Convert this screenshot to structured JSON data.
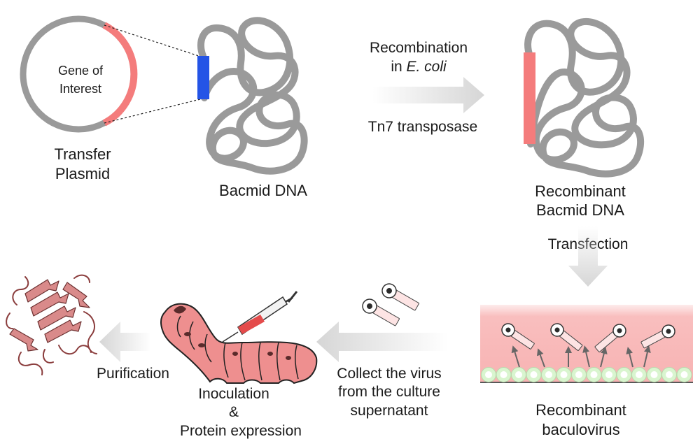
{
  "labels": {
    "gene_of_interest_line1": "Gene of",
    "gene_of_interest_line2": "Interest",
    "transfer_plasmid_line1": "Transfer",
    "transfer_plasmid_line2": "Plasmid",
    "bacmid_dna": "Bacmid DNA",
    "recombination_line1": "Recombination",
    "recombination_line2_prefix": "in ",
    "recombination_line2_italic": "E. coli",
    "tn7_transposase": "Tn7 transposase",
    "recombinant_bacmid_line1": "Recombinant",
    "recombinant_bacmid_line2": "Bacmid DNA",
    "transfection": "Transfection",
    "recombinant_baculovirus_line1": "Recombinant",
    "recombinant_baculovirus_line2": "baculovirus",
    "collect_line1": "Collect the virus",
    "collect_line2": "from the culture",
    "collect_line3": "supernatant",
    "inoculation_line1": "Inoculation",
    "inoculation_line2": "&",
    "inoculation_line3": "Protein expression",
    "purification": "Purification"
  },
  "colors": {
    "dna_gray": "#9a9a9a",
    "gene_pink": "#f47c7c",
    "insert_blue": "#2454e6",
    "culture_pink": "#f8b3b3",
    "cell_green": "#d9f5cf",
    "silkworm": "#ee8f8f",
    "protein": "#c97777",
    "arrow_gray": "#d6d6d6"
  }
}
